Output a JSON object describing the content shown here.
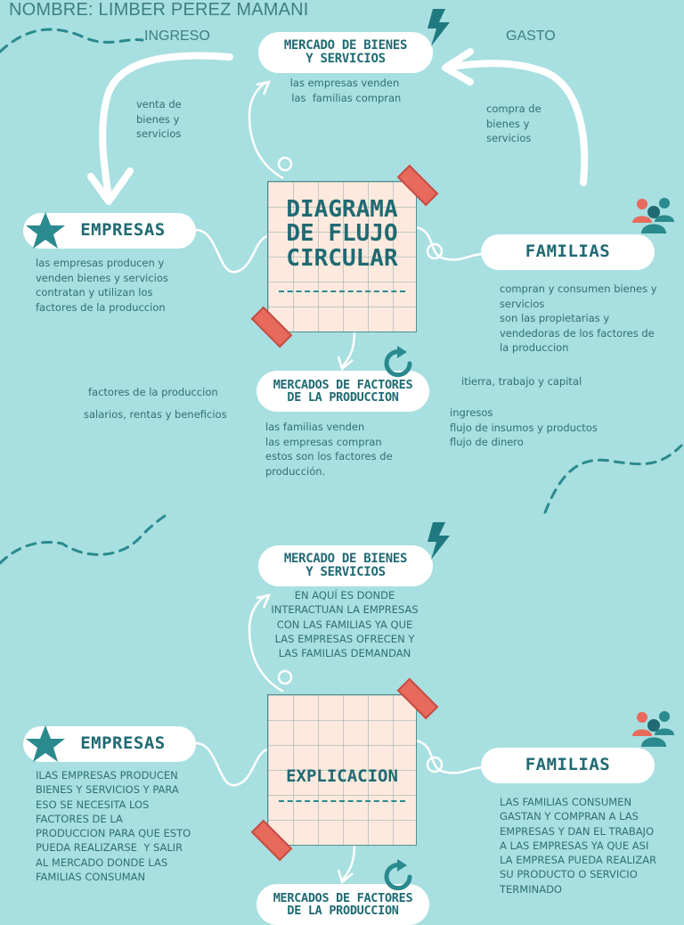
{
  "header": {
    "name": "NOMBRE: LIMBER PEREZ MAMANI",
    "ingreso": "INGRESO",
    "gasto": "GASTO"
  },
  "top": {
    "market_goods": "MERCADO DE BIENES\nY SERVICIOS",
    "market_goods_desc": "las empresas venden\n las  familias compran",
    "venta": "venta de\nbienes y\nservicios",
    "compra": "compra de\nbienes y\nservicios",
    "empresas": "EMPRESAS",
    "empresas_desc": "las empresas producen y\nvenden bienes y servicios\ncontratan y utilizan los\nfactores de la produccion",
    "center_title": "DIAGRAMA\nDE FLUJO\nCIRCULAR",
    "familias": "FAMILIAS",
    "familias_desc": "compran y consumen bienes y\nservicios\nson las propietarias y\nvendedoras de los factores de\nla produccion",
    "market_factors": "MERCADOS DE FACTORES\nDE LA PRODUCCION",
    "factores": "factores de la produccion",
    "salarios": "salarios, rentas y beneficios",
    "tierra": "itierra, trabajo y capital",
    "ingresos": "ingresos\nflujo de insumos y productos\nflujo de dinero",
    "factors_desc": "las familias venden\nlas empresas compran\nestos son los factores de\nproducción."
  },
  "bottom": {
    "market_goods": "MERCADO DE BIENES\nY SERVICIOS",
    "market_goods_desc": "EN AQUÍ ES DONDE\nINTERACTUAN LA EMPRESAS\nCON LAS FAMILIAS YA QUE\nLAS EMPRESAS OFRECEN Y\nLAS FAMILIAS DEMANDAN",
    "empresas": "EMPRESAS",
    "empresas_desc": "ILAS EMPRESAS PRODUCEN\nBIENES Y SERVICIOS Y PARA\nESO SE NECESITA LOS\nFACTORES DE LA\nPRODUCCION PARA QUE ESTO\nPUEDA REALIZARSE  Y SALIR\nAL MERCADO DONDE LAS\nFAMILIAS CONSUMAN",
    "center_title": "EXPLICACION",
    "familias": "FAMILIAS",
    "familias_desc": "LAS FAMILIAS CONSUMEN\nGASTAN Y COMPRAN A LAS\nEMPRESAS Y DAN EL TRABAJO\nA LAS EMPRESAS YA QUE ASI\nLA EMPRESA PUEDA REALIZAR\nSU PRODUCTO O SERVICIO\nTERMINADO",
    "market_factors": "MERCADOS DE FACTORES\nDE LA PRODUCCION"
  },
  "colors": {
    "background": "#a8dfe0",
    "accent_teal": "#2a8a8e",
    "tape_red": "#e86a5d",
    "note_paper": "#fde9dd",
    "pill": "#ffffff"
  },
  "icons": [
    "lightning-icon",
    "star-icon",
    "people-icon",
    "refresh-icon"
  ]
}
